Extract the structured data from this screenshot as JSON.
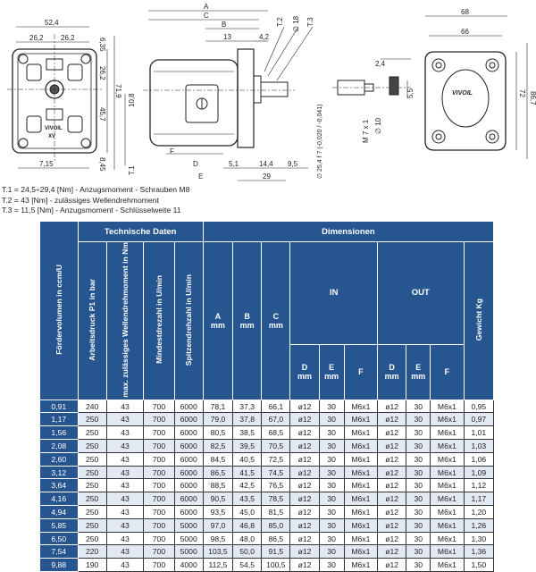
{
  "drawing": {
    "front": {
      "d1": "52,4",
      "d2": "26,2",
      "d3": "26,2",
      "h1": "6,35",
      "h2": "26,2",
      "h3": "71,9",
      "h4": "45,7",
      "h5": "8,45",
      "bot": "7,15",
      "logo1": "VIVOIL",
      "logo2": "XV"
    },
    "side": {
      "A": "A",
      "B": "B",
      "C": "C",
      "T2": "T.2",
      "T3": "T.3",
      "d13": "13",
      "d42": "4,2",
      "phi18": "∅ 18",
      "h108": "10,8",
      "T1": "T.1",
      "F": "F",
      "D": "D",
      "E": "E",
      "d51": "5,1",
      "d144": "14,4",
      "d95": "9,5",
      "d29": "29",
      "shaft": "∅ 25,4 f 7 (-0,020 / -0,041)"
    },
    "shaft": {
      "d24": "2,4",
      "d55": "5,5",
      "d10": "∅ 10",
      "m7": "M 7 x 1"
    },
    "rear": {
      "d68": "68",
      "d66": "66",
      "h72": "72",
      "h867": "86,7",
      "logo": "VIVOIL"
    }
  },
  "notes": [
    "T.1 = 24,5÷29,4 [Nm] - Anzugsmoment - Schrauben M8",
    "T.2 = 43 [Nm] - zulässiges Wellendrehmoment",
    "T.3 = 11,5 [Nm] - Anzugsmoment - Schlüsselweite 11"
  ],
  "table": {
    "group_tech": "Technische Daten",
    "group_dim": "Dimensionen",
    "group_in": "IN",
    "group_out": "OUT",
    "col_volume": "Fördervolumen in ccm/U",
    "col_pressure": "Arbeitsdruck P1 in bar",
    "col_torque": "max. zulässiges Wellendrehmoment in Nm",
    "col_min_speed": "Mindestdrezahl in U/min",
    "col_max_speed": "Spitzendrehzahl in U/min",
    "col_weight": "Gewicht  Kg",
    "col_A": "A",
    "col_B": "B",
    "col_C": "C",
    "col_D": "D",
    "col_E": "E",
    "col_F": "F",
    "unit_mm": "mm",
    "rows": [
      [
        "0,91",
        "240",
        "43",
        "700",
        "6000",
        "78,1",
        "37,3",
        "66,1",
        "ø12",
        "30",
        "M6x1",
        "ø12",
        "30",
        "M6x1",
        "0,95"
      ],
      [
        "1,17",
        "250",
        "43",
        "700",
        "6000",
        "79,0",
        "37,8",
        "67,0",
        "ø12",
        "30",
        "M6x1",
        "ø12",
        "30",
        "M6x1",
        "0,97"
      ],
      [
        "1,56",
        "250",
        "43",
        "700",
        "6000",
        "80,5",
        "38,5",
        "68,5",
        "ø12",
        "30",
        "M6x1",
        "ø12",
        "30",
        "M6x1",
        "1,01"
      ],
      [
        "2,08",
        "250",
        "43",
        "700",
        "6000",
        "82,5",
        "39,5",
        "70,5",
        "ø12",
        "30",
        "M6x1",
        "ø12",
        "30",
        "M6x1",
        "1,03"
      ],
      [
        "2,60",
        "250",
        "43",
        "700",
        "6000",
        "84,5",
        "40,5",
        "72,5",
        "ø12",
        "30",
        "M6x1",
        "ø12",
        "30",
        "M6x1",
        "1,06"
      ],
      [
        "3,12",
        "250",
        "43",
        "700",
        "6000",
        "86,5",
        "41,5",
        "74,5",
        "ø12",
        "30",
        "M6x1",
        "ø12",
        "30",
        "M6x1",
        "1,09"
      ],
      [
        "3,64",
        "250",
        "43",
        "700",
        "6000",
        "88,5",
        "42,5",
        "76,5",
        "ø12",
        "30",
        "M6x1",
        "ø12",
        "30",
        "M6x1",
        "1,12"
      ],
      [
        "4,16",
        "250",
        "43",
        "700",
        "6000",
        "90,5",
        "43,5",
        "78,5",
        "ø12",
        "30",
        "M6x1",
        "ø12",
        "30",
        "M6x1",
        "1,17"
      ],
      [
        "4,94",
        "250",
        "43",
        "700",
        "6000",
        "93,5",
        "45,0",
        "81,5",
        "ø12",
        "30",
        "M6x1",
        "ø12",
        "30",
        "M6x1",
        "1,20"
      ],
      [
        "5,85",
        "250",
        "43",
        "700",
        "5000",
        "97,0",
        "46,8",
        "85,0",
        "ø12",
        "30",
        "M6x1",
        "ø12",
        "30",
        "M6x1",
        "1,26"
      ],
      [
        "6,50",
        "250",
        "43",
        "700",
        "5000",
        "98,5",
        "48,0",
        "86,5",
        "ø12",
        "30",
        "M6x1",
        "ø12",
        "30",
        "M6x1",
        "1,30"
      ],
      [
        "7,54",
        "220",
        "43",
        "700",
        "5000",
        "103,5",
        "50,0",
        "91,5",
        "ø12",
        "30",
        "M6x1",
        "ø12",
        "30",
        "M6x1",
        "1,36"
      ],
      [
        "9,88",
        "190",
        "43",
        "700",
        "4000",
        "112,5",
        "54,5",
        "100,5",
        "ø12",
        "30",
        "M6x1",
        "ø12",
        "30",
        "M6x1",
        "1,50"
      ]
    ]
  }
}
